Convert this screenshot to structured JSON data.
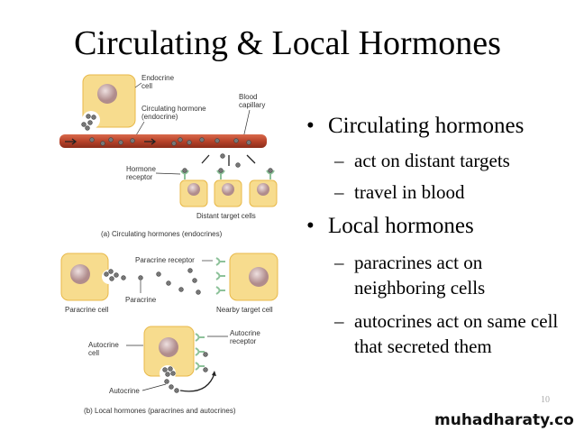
{
  "title": "Circulating & Local Hormones",
  "bullets": [
    {
      "text": "Circulating hormones",
      "subs": [
        "act on distant targets",
        "travel in blood"
      ]
    },
    {
      "text": "Local hormones",
      "subs": [
        "paracrines act on neighboring cells",
        "autocrines act on same cell that secreted them"
      ]
    }
  ],
  "bullet_glyph": "•",
  "dash_glyph": "–",
  "diagram": {
    "a": {
      "endocrine_cell": [
        "Endocrine",
        "cell"
      ],
      "circulating_hormone": [
        "Circulating hormone",
        "(endocrine)"
      ],
      "blood_capillary": [
        "Blood",
        "capillary"
      ],
      "hormone_receptor": [
        "Hormone",
        "receptor"
      ],
      "distant_target_cells": "Distant target cells",
      "caption": "(a) Circulating hormones (endocrines)"
    },
    "b": {
      "paracrine_receptor": "Paracrine receptor",
      "paracrine": "Paracrine",
      "paracrine_cell": "Paracrine cell",
      "nearby_target_cell": "Nearby target cell",
      "autocrine_cell": [
        "Autocrine",
        "cell"
      ],
      "autocrine_receptor": [
        "Autocrine",
        "receptor"
      ],
      "autocrine": "Autocrine",
      "caption": "(b) Local hormones (paracrines and autocrines)"
    },
    "colors": {
      "cell": "#f7dc8e",
      "cell_border": "#e8b94a",
      "nucleus": "#c7a4a4",
      "capillary": "#b8432a",
      "receptor": "#9cc9a4"
    }
  },
  "page_number": "10",
  "watermark": "muhadharaty.com"
}
